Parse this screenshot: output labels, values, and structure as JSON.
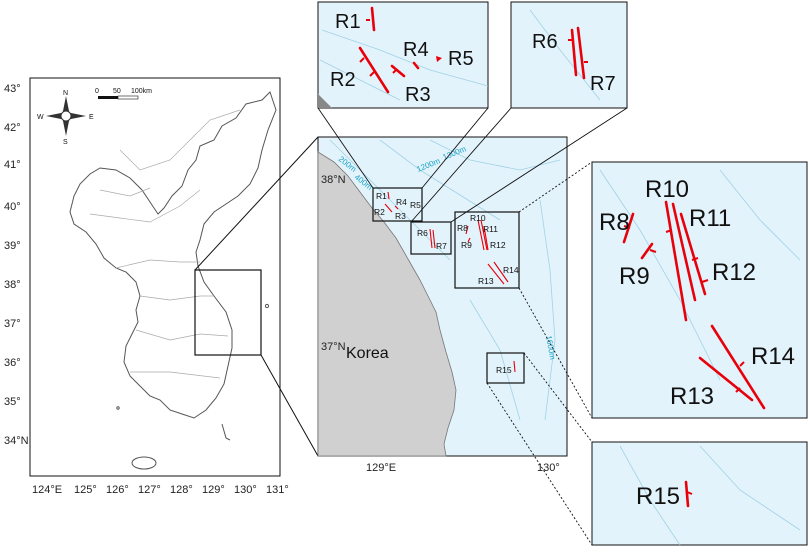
{
  "overview": {
    "lat_labels": [
      "43°",
      "42°",
      "41°",
      "40°",
      "39°",
      "38°",
      "37°",
      "36°",
      "35°",
      "34°N"
    ],
    "lon_labels": [
      "124°E",
      "125°",
      "126°",
      "127°",
      "128°",
      "129°",
      "130°",
      "131°"
    ],
    "compass": {
      "n": "N",
      "s": "S",
      "e": "E",
      "w": "W"
    },
    "scale_bar": {
      "ticks": [
        "0",
        "50",
        "100km"
      ]
    }
  },
  "study_area": {
    "land_label": "Korea",
    "lat_labels": [
      "38°N",
      "37°N"
    ],
    "lon_labels": [
      "129°E",
      "130°"
    ],
    "depth_labels": [
      "200m",
      "400m",
      "1200m",
      "1300m",
      "1600m"
    ],
    "fault_labels": [
      "R1",
      "R2",
      "R3",
      "R4",
      "R5",
      "R6",
      "R7",
      "R8",
      "R9",
      "R10",
      "R11",
      "R12",
      "R13",
      "R14",
      "R15"
    ]
  },
  "insets": {
    "inset_a": [
      "R1",
      "R2",
      "R3",
      "R4",
      "R5"
    ],
    "inset_b": [
      "R6",
      "R7"
    ],
    "inset_c": [
      "R8",
      "R9",
      "R10",
      "R11",
      "R12",
      "R13",
      "R14"
    ],
    "inset_d": [
      "R15"
    ]
  },
  "colors": {
    "fault": "#e8000b",
    "sea": "#e3f3fb",
    "land": "#d0d0d0",
    "depth_label": "#1aa3c8"
  }
}
